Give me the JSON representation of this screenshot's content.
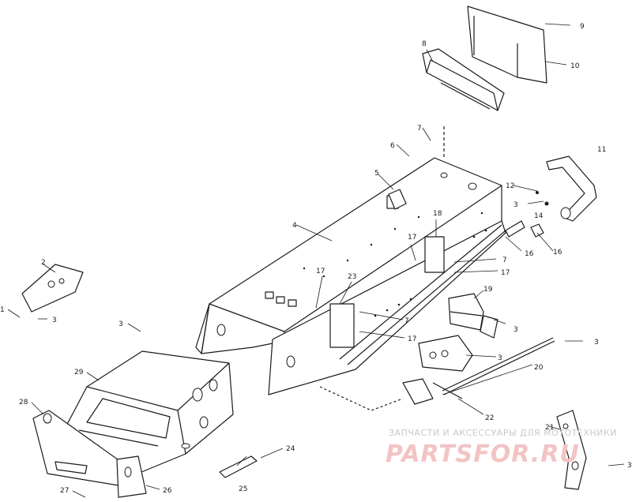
{
  "watermark": {
    "caption": "ЗАПЧАСТИ И АКСЕССУАРЫ ДЛЯ МОТОТЕХНИКИ",
    "logo_text": "PARTSFOR.RU",
    "logo_color": "#e9a3a3"
  },
  "callouts": {
    "c1": "1",
    "c2": "2",
    "c3a": "3",
    "c3b": "3",
    "c3c": "3",
    "c3d": "3",
    "c3e": "3",
    "c3f": "3",
    "c3g": "3",
    "c4": "4",
    "c5": "5",
    "c6": "6",
    "c7a": "7",
    "c7b": "7",
    "c7c": "7",
    "c8": "8",
    "c9": "9",
    "c10": "10",
    "c11": "11",
    "c12": "12",
    "c14": "14",
    "c16a": "16",
    "c16b": "16",
    "c17a": "17",
    "c17b": "17",
    "c17c": "17",
    "c17d": "17",
    "c18": "18",
    "c19": "19",
    "c20": "20",
    "c21": "21",
    "c22": "22",
    "c23": "23",
    "c24": "24",
    "c25": "25",
    "c26": "26",
    "c27": "27",
    "c28": "28",
    "c29": "29"
  }
}
